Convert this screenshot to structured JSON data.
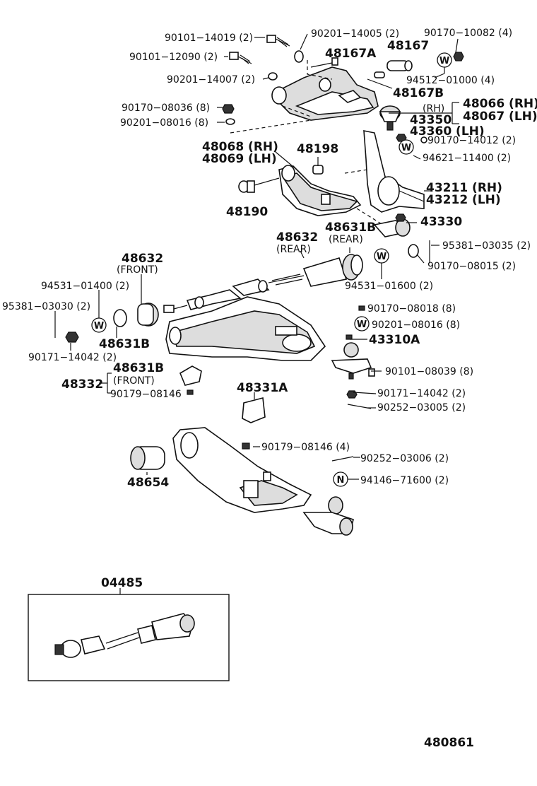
{
  "labels": {
    "p90101_14019": "90101−14019 (2)",
    "p90201_14005": "90201−14005 (2)",
    "p90170_10082": "90170−10082 (4)",
    "p90101_12090": "90101−12090 (2)",
    "p48167A": "48167A",
    "p48167": "48167",
    "p90201_14007": "90201−14007 (2)",
    "p94512_01000": "94512−01000 (4)",
    "p48167B": "48167B",
    "p90170_08036": "90170−08036 (8)",
    "p48066": "48066 (RH)",
    "p48067": "48067 (LH)",
    "p43350_rh": "(RH)",
    "p43350": "43350",
    "p43360": "43360 (LH)",
    "p90201_08016a": "90201−08016 (8)",
    "p90170_14012": "90170−14012 (2)",
    "p48068": "48068 (RH)",
    "p48069": "48069 (LH)",
    "p48198": "48198",
    "p94621_11400": "94621−11400 (2)",
    "p43211": "43211 (RH)",
    "p43212": "43212 (LH)",
    "p48190": "48190",
    "p43330": "43330",
    "p48632_rear": "48632",
    "p48632_rear_sub": "(REAR)",
    "p48631B_rear": "48631B",
    "p48631B_rear_sub": "(REAR)",
    "p95381_03035": "95381−03035 (2)",
    "p48632_front": "48632",
    "p48632_front_sub": "(FRONT)",
    "p90170_08015": "90170−08015 (2)",
    "p94531_01400": "94531−01400 (2)",
    "p94531_01600": "94531−01600 (2)",
    "p95381_03030": "95381−03030 (2)",
    "p90170_08018": "90170−08018 (8)",
    "p90201_08016b": "90201−08016 (8)",
    "p48631B_mid": "48631B",
    "p43310A": "43310A",
    "p90171_14042a": "90171−14042 (2)",
    "p48631B_front": "48631B",
    "p48631B_front_sub": "(FRONT)",
    "p90101_08039": "90101−08039 (8)",
    "p48332": "48332",
    "p90179_08146a": "90179−08146",
    "p48331A": "48331A",
    "p90171_14042b": "90171−14042 (2)",
    "p90252_03005": "90252−03005 (2)",
    "p90179_08146b": "90179−08146 (4)",
    "p90252_03006": "90252−03006 (2)",
    "p94146_71600": "94146−71600 (2)",
    "p48654": "48654",
    "p04485": "04485",
    "p480861": "480861"
  },
  "washer_symbol": "W",
  "nut_symbol": "N",
  "icons": [
    "bolt-icon",
    "nut-icon",
    "washer-icon",
    "bushing-icon",
    "ball-joint-icon",
    "control-arm-icon",
    "steering-knuckle-icon",
    "stabilizer-link-icon",
    "cotter-pin-icon"
  ]
}
